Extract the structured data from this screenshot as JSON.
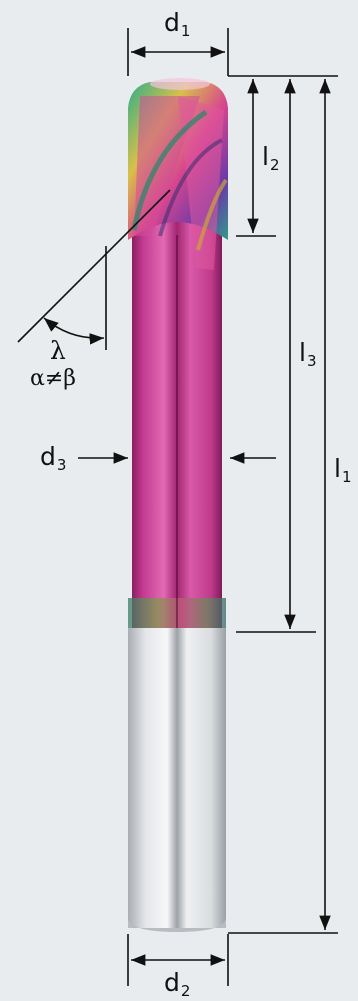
{
  "labels": {
    "d1": {
      "main": "d",
      "sub": "1"
    },
    "d2": {
      "main": "d",
      "sub": "2"
    },
    "d3": {
      "main": "d",
      "sub": "3"
    },
    "l1": {
      "main": "l",
      "sub": "1"
    },
    "l2": {
      "main": "l",
      "sub": "2"
    },
    "l3": {
      "main": "l",
      "sub": "3"
    },
    "lambda": "λ",
    "helix": "α≠β"
  },
  "colors": {
    "background": "#e9ecee",
    "coating_magenta": "#c33a8e",
    "coating_green": "#2fae8a",
    "shank_silver": "#d2d6d9",
    "line": "#111111"
  },
  "icons": [
    "end-mill-drawing"
  ]
}
